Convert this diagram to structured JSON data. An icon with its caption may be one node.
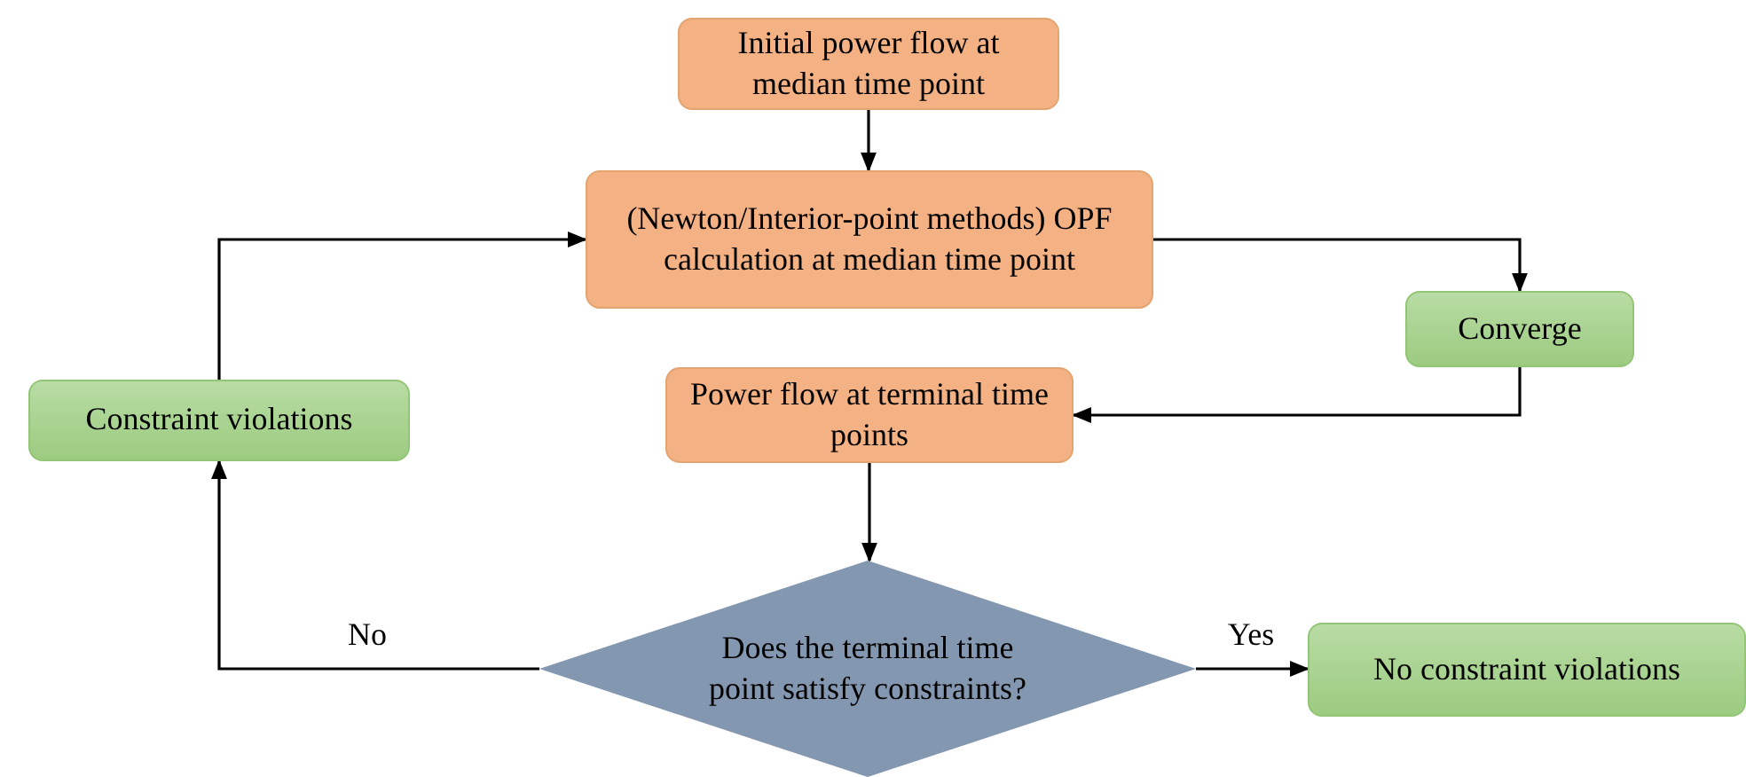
{
  "diagram": {
    "nodes": [
      {
        "text": [
          "Initial power flow at median time point"
        ]
      },
      {
        "text": [
          "(Newton/Interior-point methods) OPF calculation at median time point"
        ]
      },
      {
        "text": [
          "Converge"
        ]
      },
      {
        "text": [
          "Power flow at terminal time points"
        ]
      },
      {
        "text": [
          "Constraint violations"
        ]
      },
      {
        "text": [
          "Does the terminal time point satisfy constraints?"
        ]
      },
      {
        "text": [
          "No constraint violations"
        ]
      }
    ],
    "edges": [
      {
        "from": 0,
        "to": 1,
        "arrow": "to"
      },
      {
        "from": 1,
        "to": 2,
        "arrow": "to"
      },
      {
        "from": 2,
        "to": 3,
        "arrow": "to"
      },
      {
        "from": 3,
        "to": 5,
        "arrow": "to"
      },
      {
        "from": 5,
        "to": 4,
        "arrow": "to",
        "label": "No"
      },
      {
        "from": 4,
        "to": 1,
        "arrow": "to"
      },
      {
        "from": 5,
        "to": 6,
        "arrow": "to",
        "label": "Yes"
      }
    ]
  }
}
